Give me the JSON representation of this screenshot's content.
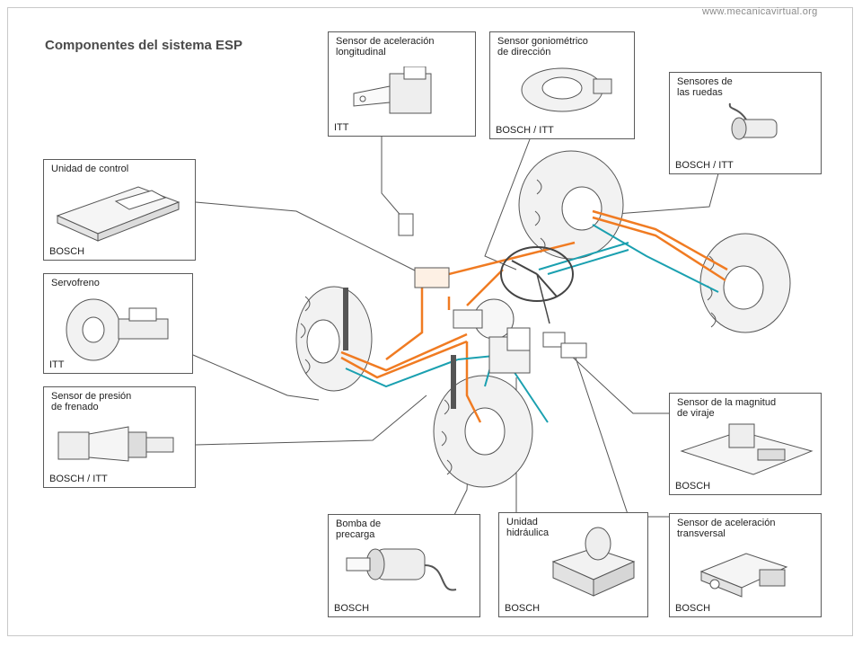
{
  "website": "www.mecanicavirtual.org",
  "title": "Componentes del sistema ESP",
  "components": [
    {
      "label": "Sensor de aceleración\nlongitudinal",
      "maker": "ITT"
    },
    {
      "label": "Sensor goniométrico\nde dirección",
      "maker": "BOSCH / ITT"
    },
    {
      "label": "Sensores de\nlas ruedas",
      "maker": "BOSCH / ITT"
    },
    {
      "label": "Unidad de control",
      "maker": "BOSCH"
    },
    {
      "label": "Servofreno",
      "maker": "ITT"
    },
    {
      "label": "Sensor de presión\nde frenado",
      "maker": "BOSCH / ITT"
    },
    {
      "label": "Sensor de la magnitud\nde viraje",
      "maker": "BOSCH"
    },
    {
      "label": "Bomba de\nprecarga",
      "maker": "BOSCH"
    },
    {
      "label": "Unidad\nhidráulica",
      "maker": "BOSCH"
    },
    {
      "label": "Sensor de aceleración\ntransversal",
      "maker": "BOSCH"
    }
  ],
  "colors": {
    "brake_line": "#f07b22",
    "sensor_line": "#1aa0b0",
    "box_border": "#5a5a5a",
    "leader": "#555555"
  }
}
